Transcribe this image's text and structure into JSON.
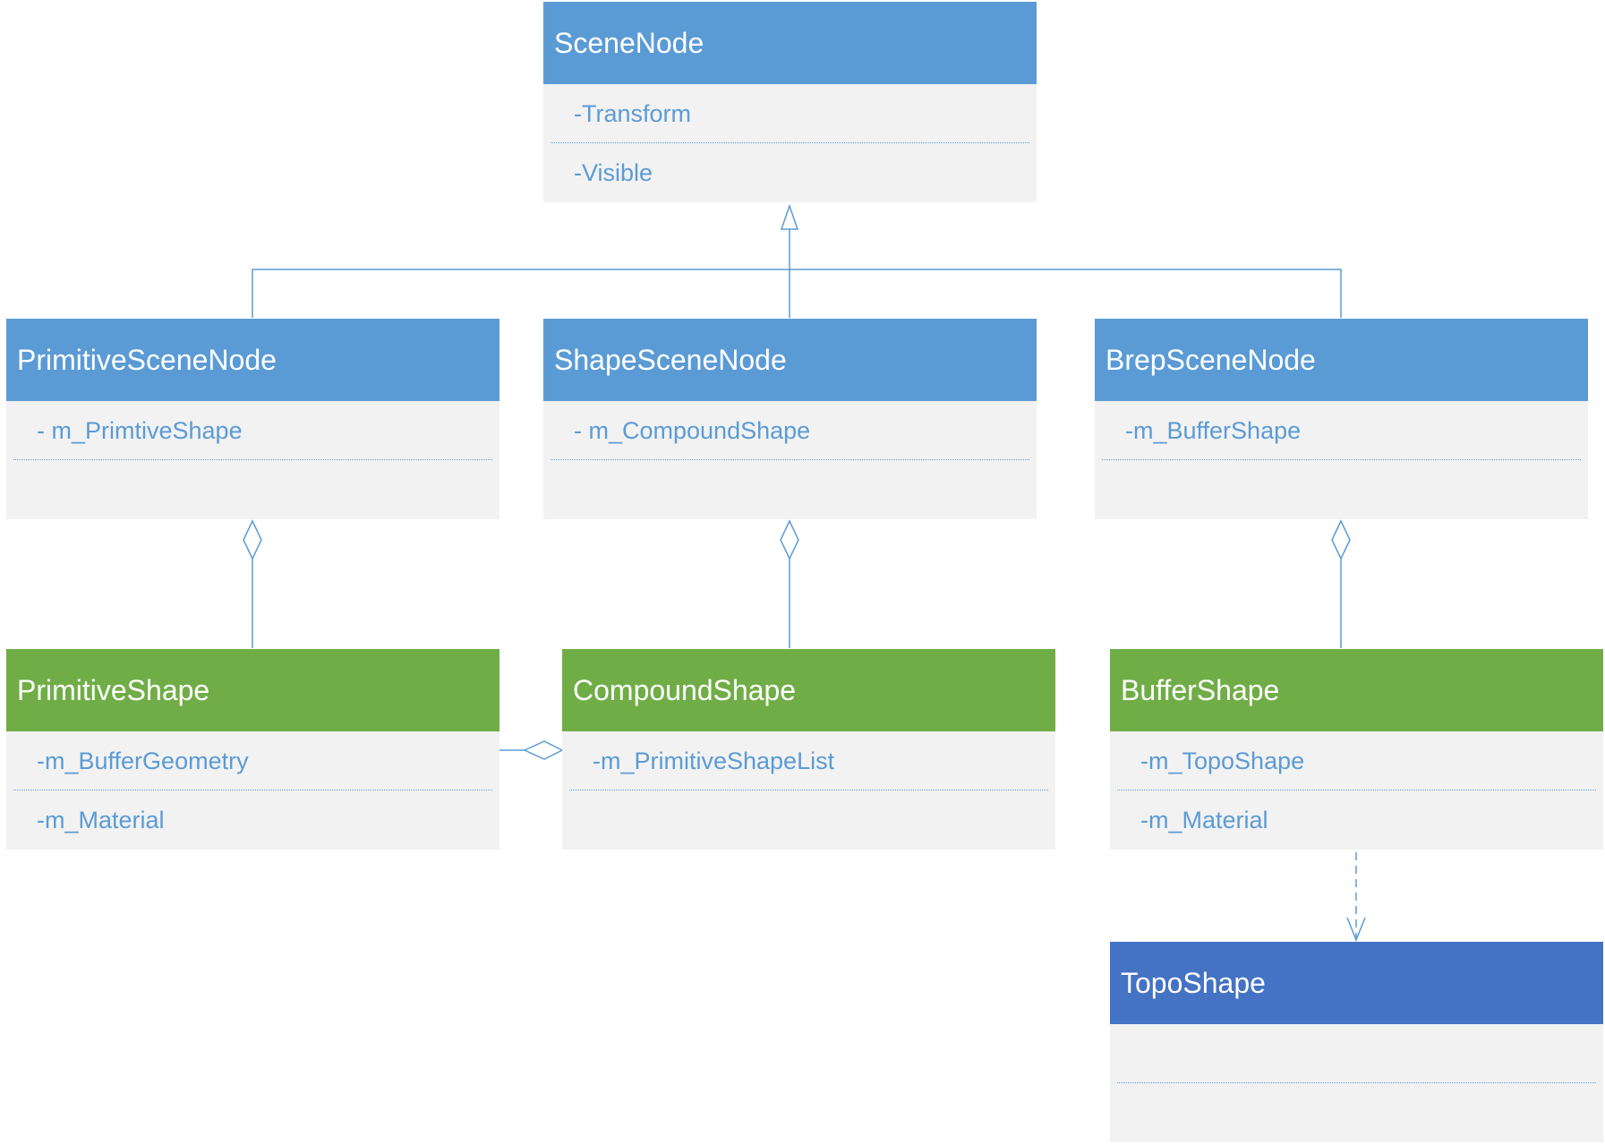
{
  "classes": {
    "scene_node": {
      "name": "SceneNode",
      "attrs": [
        "-Transform",
        "-Visible"
      ]
    },
    "primitive_scene_node": {
      "name": "PrimitiveSceneNode",
      "attrs": [
        "- m_PrimtiveShape",
        ""
      ]
    },
    "shape_scene_node": {
      "name": "ShapeSceneNode",
      "attrs": [
        "- m_CompoundShape",
        ""
      ]
    },
    "brep_scene_node": {
      "name": "BrepSceneNode",
      "attrs": [
        "-m_BufferShape",
        ""
      ]
    },
    "primitive_shape": {
      "name": "PrimitiveShape",
      "attrs": [
        "-m_BufferGeometry",
        "-m_Material"
      ]
    },
    "compound_shape": {
      "name": "CompoundShape",
      "attrs": [
        "-m_PrimitiveShapeList",
        ""
      ]
    },
    "buffer_shape": {
      "name": "BufferShape",
      "attrs": [
        "-m_TopoShape",
        "-m_Material"
      ]
    },
    "topo_shape": {
      "name": "TopoShape",
      "attrs": [
        "",
        ""
      ]
    }
  },
  "colors": {
    "scene_header": "#5b9bd5",
    "shape_header": "#70ad47",
    "topo_header": "#4472c4",
    "body": "#f2f2f2",
    "connector": "#5b9bd5"
  }
}
